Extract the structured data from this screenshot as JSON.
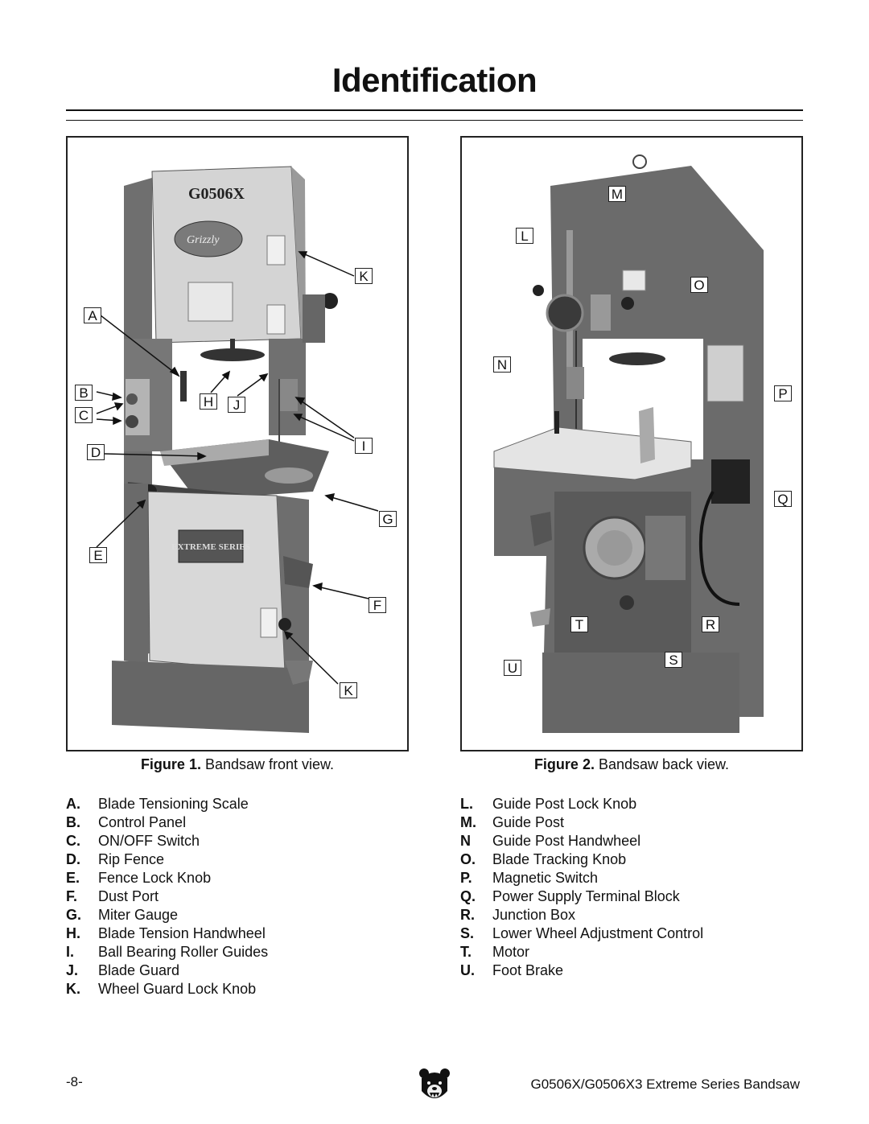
{
  "page": {
    "title": "Identification",
    "page_number": "-8-",
    "footer_title": "G0506X/G0506X3 Extreme Series Bandsaw"
  },
  "figure1": {
    "caption_label": "Figure 1.",
    "caption_text": " Bandsaw front view.",
    "machine_label": "G0506X",
    "plate_text": "EXTREME SERIES",
    "logo_text": "Grizzly",
    "callouts": {
      "A": "A",
      "B": "B",
      "C": "C",
      "D": "D",
      "E": "E",
      "F": "F",
      "G": "G",
      "H": "H",
      "I": "I",
      "J": "J",
      "K1": "K",
      "K2": "K"
    }
  },
  "figure2": {
    "caption_label": "Figure 2.",
    "caption_text": " Bandsaw back view.",
    "callouts": {
      "L": "L",
      "M": "M",
      "N": "N",
      "O": "O",
      "P": "P",
      "Q": "Q",
      "R": "R",
      "S": "S",
      "T": "T",
      "U": "U"
    }
  },
  "legend_left": [
    {
      "letter": "A.",
      "name": "Blade Tensioning Scale"
    },
    {
      "letter": "B.",
      "name": "Control Panel"
    },
    {
      "letter": "C.",
      "name": "ON/OFF Switch"
    },
    {
      "letter": "D.",
      "name": "Rip Fence"
    },
    {
      "letter": "E.",
      "name": "Fence Lock Knob"
    },
    {
      "letter": "F.",
      "name": "Dust Port"
    },
    {
      "letter": "G.",
      "name": "Miter Gauge"
    },
    {
      "letter": "H.",
      "name": "Blade Tension Handwheel"
    },
    {
      "letter": "I.",
      "name": "Ball Bearing Roller Guides"
    },
    {
      "letter": "J.",
      "name": "Blade Guard"
    },
    {
      "letter": "K.",
      "name": "Wheel Guard Lock Knob"
    }
  ],
  "legend_right": [
    {
      "letter": "L.",
      "name": "Guide Post Lock Knob"
    },
    {
      "letter": "M.",
      "name": "Guide Post"
    },
    {
      "letter": "N",
      "name": "Guide Post Handwheel"
    },
    {
      "letter": "O.",
      "name": "Blade Tracking Knob"
    },
    {
      "letter": "P.",
      "name": "Magnetic Switch"
    },
    {
      "letter": "Q.",
      "name": "Power Supply Terminal Block"
    },
    {
      "letter": "R.",
      "name": "Junction Box"
    },
    {
      "letter": "S.",
      "name": "Lower Wheel Adjustment Control"
    },
    {
      "letter": "T.",
      "name": "Motor"
    },
    {
      "letter": "U.",
      "name": "Foot Brake"
    }
  ]
}
